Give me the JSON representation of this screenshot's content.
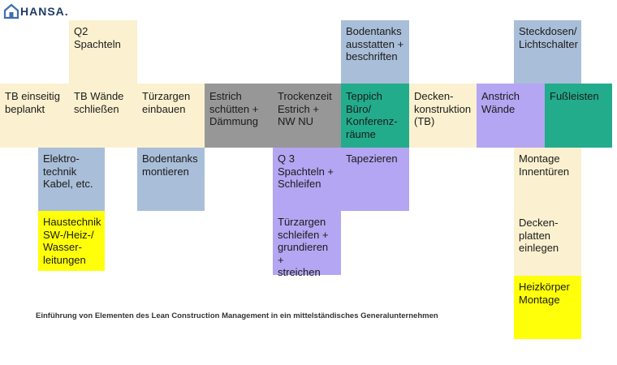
{
  "brand": {
    "name": "HANSA."
  },
  "caption": "Einführung von Elementen des Lean Construction Management in ein mittelständisches Generalunternehmen",
  "colors": {
    "cream": "#fbf1d0",
    "blue": "#a9bed8",
    "grey": "#979797",
    "purple": "#b4a6f2",
    "teal": "#22ac8c",
    "yellow": "#ffff0a",
    "brand": "#1f3a66"
  },
  "cards": {
    "q2_spachteln": "Q2\nSpachteln",
    "bodentanks_ausstatten": "Bodentanks\nausstatten +\nbeschriften",
    "steckdosen": "Steckdosen/\nLichtschalter",
    "tb_einseitig": "TB einseitig\nbeplankt",
    "tb_waende": "TB Wände\nschließen",
    "tuerzargen_einbauen": "Türzargen\neinbauen",
    "estrich": "Estrich\nschütten +\nDämmung",
    "trockenzeit": "Trockenzeit\nEstrich +\nNW NU",
    "teppich": "Teppich\nBüro/\nKonferenz-\nräume",
    "deckenkonstruktion": "Decken-\nkonstruktion\n(TB)",
    "anstrich": "Anstrich\nWände",
    "fussleisten": "Fußleisten",
    "elektrotechnik": "Elektro-\ntechnik\nKabel, etc.",
    "bodentanks_montieren": "Bodentanks\nmontieren",
    "q3_spachteln": "Q 3\nSpachteln +\nSchleifen",
    "tapezieren": "Tapezieren",
    "montage_innentueren": "Montage\nInnentüren",
    "haustechnik": "Haustechnik\nSW-/Heiz-/\nWasser-\nleitungen",
    "tuerzargen_schleifen": "Türzargen\nschleifen +\ngrundieren +\nstreichen",
    "deckenplatten": "Decken-\nplatten\neinlegen",
    "heizkoerper": "Heizkörper\nMontage"
  }
}
